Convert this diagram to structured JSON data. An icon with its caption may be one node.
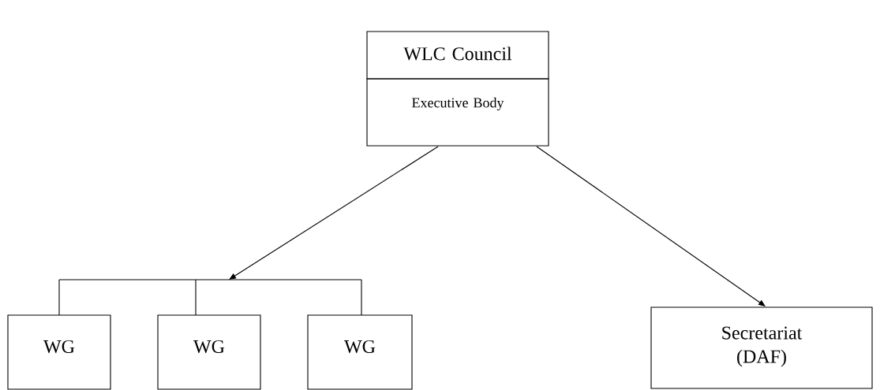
{
  "diagram": {
    "nodes": [
      {
        "text": [
          "WLC Council"
        ]
      },
      {
        "text": [
          "Executive Body"
        ]
      },
      {
        "text": [],
        "shape": "bar"
      },
      {
        "text": [
          "WG"
        ]
      },
      {
        "text": [
          "WG"
        ]
      },
      {
        "text": [
          "WG"
        ]
      },
      {
        "text": [
          "Secretariat (DAF)"
        ]
      }
    ],
    "edges": [
      {
        "from": 1,
        "to": 2,
        "arrow": "to"
      },
      {
        "from": 2,
        "to": 3,
        "arrow": "none"
      },
      {
        "from": 2,
        "to": 4,
        "arrow": "none"
      },
      {
        "from": 2,
        "to": 5,
        "arrow": "none"
      },
      {
        "from": 1,
        "to": 6,
        "arrow": "to"
      }
    ]
  }
}
